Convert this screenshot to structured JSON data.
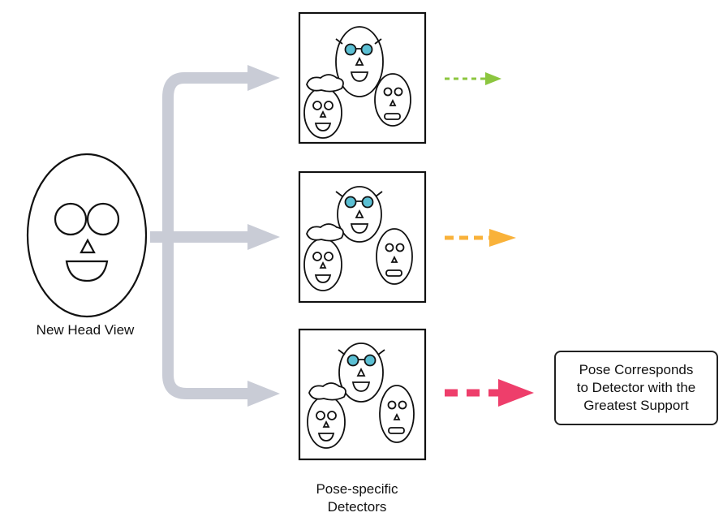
{
  "input_label": "New Head View",
  "detectors_label_line1": "Pose-specific",
  "detectors_label_line2": "Detectors",
  "result_line1": "Pose Corresponds",
  "result_line2": "to Detector with the",
  "result_line3": "Greatest Support",
  "colors": {
    "branch_arrow": "#c9ccd6",
    "support_low": "#8cc63f",
    "support_mid": "#f9b23a",
    "support_high": "#ee3e6b",
    "glasses_lens": "#5bbfd3"
  }
}
